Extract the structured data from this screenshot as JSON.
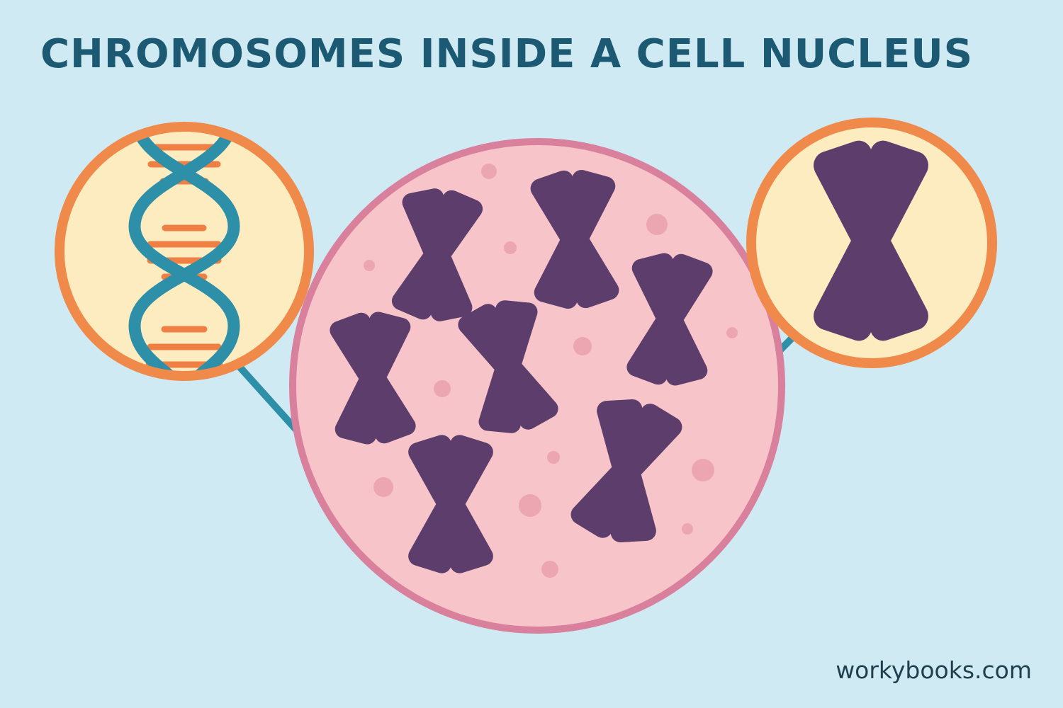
{
  "title": "CHROMOSOMES INSIDE A CELL NUCLEUS",
  "credit": "workybooks.com",
  "colors": {
    "background": "#cfeaf3",
    "title": "#1b5a72",
    "nucleus_fill": "#f7c4c9",
    "nucleus_border": "#d9809c",
    "chromosome": "#5d3d6b",
    "inset_fill": "#fdecc0",
    "inset_border": "#f08a4b",
    "dna_strand": "#2d8fa8",
    "dna_rung": "#ef7f42",
    "pointer_line": "#2d8fa8"
  },
  "icons": [
    "dna-double-helix",
    "x-chromosome"
  ]
}
